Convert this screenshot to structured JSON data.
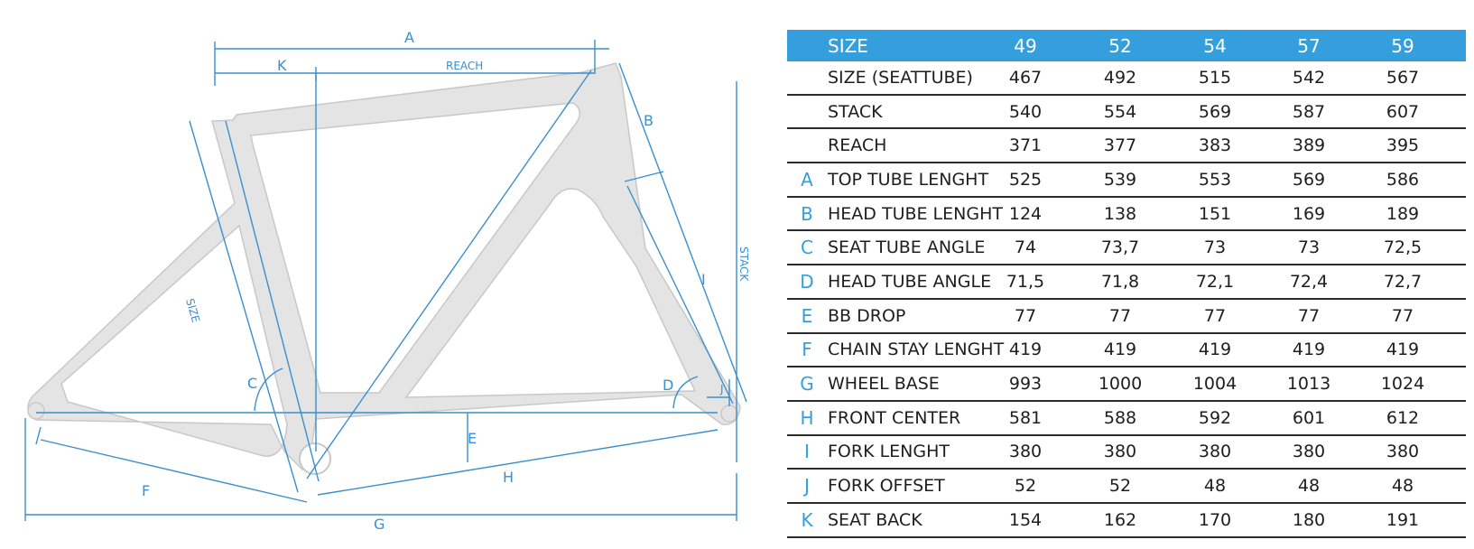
{
  "colors": {
    "accent": "#349fdc",
    "dimension_line": "#3a8fcd",
    "frame_fill": "#e4e4e4",
    "frame_stroke": "#c8c8c8",
    "text": "#1e1e1e"
  },
  "diagram": {
    "labels": {
      "a": "A",
      "k": "K",
      "reach": "REACH",
      "b": "B",
      "stack": "STACK",
      "i": "I",
      "size": "SIZE",
      "c": "C",
      "d": "D",
      "j": "J",
      "e": "E",
      "f": "F",
      "h": "H",
      "g": "G"
    }
  },
  "table": {
    "header": {
      "label": "SIZE",
      "sizes": [
        "49",
        "52",
        "54",
        "57",
        "59"
      ]
    },
    "rows": [
      {
        "letter": "",
        "label": "SIZE (SEATTUBE)",
        "values": [
          "467",
          "492",
          "515",
          "542",
          "567"
        ]
      },
      {
        "letter": "",
        "label": "STACK",
        "values": [
          "540",
          "554",
          "569",
          "587",
          "607"
        ]
      },
      {
        "letter": "",
        "label": "REACH",
        "values": [
          "371",
          "377",
          "383",
          "389",
          "395"
        ]
      },
      {
        "letter": "A",
        "label": "TOP TUBE LENGHT",
        "values": [
          "525",
          "539",
          "553",
          "569",
          "586"
        ]
      },
      {
        "letter": "B",
        "label": "HEAD TUBE LENGHT",
        "values": [
          "124",
          "138",
          "151",
          "169",
          "189"
        ]
      },
      {
        "letter": "C",
        "label": "SEAT TUBE ANGLE",
        "values": [
          "74",
          "73,7",
          "73",
          "73",
          "72,5"
        ]
      },
      {
        "letter": "D",
        "label": "HEAD TUBE ANGLE",
        "values": [
          "71,5",
          "71,8",
          "72,1",
          "72,4",
          "72,7"
        ]
      },
      {
        "letter": "E",
        "label": "BB DROP",
        "values": [
          "77",
          "77",
          "77",
          "77",
          "77"
        ]
      },
      {
        "letter": "F",
        "label": "CHAIN STAY LENGHT",
        "values": [
          "419",
          "419",
          "419",
          "419",
          "419"
        ]
      },
      {
        "letter": "G",
        "label": "WHEEL BASE",
        "values": [
          "993",
          "1000",
          "1004",
          "1013",
          "1024"
        ]
      },
      {
        "letter": "H",
        "label": "FRONT CENTER",
        "values": [
          "581",
          "588",
          "592",
          "601",
          "612"
        ]
      },
      {
        "letter": "I",
        "label": "FORK LENGHT",
        "values": [
          "380",
          "380",
          "380",
          "380",
          "380"
        ]
      },
      {
        "letter": "J",
        "label": "FORK OFFSET",
        "values": [
          "52",
          "52",
          "48",
          "48",
          "48"
        ]
      },
      {
        "letter": "K",
        "label": "SEAT BACK",
        "values": [
          "154",
          "162",
          "170",
          "180",
          "191"
        ]
      }
    ]
  }
}
